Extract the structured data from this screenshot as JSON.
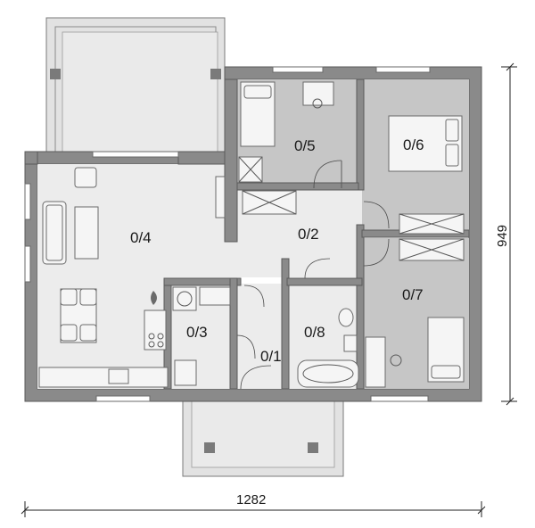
{
  "rooms": [
    {
      "id": "0/1",
      "label": "0/1"
    },
    {
      "id": "0/2",
      "label": "0/2"
    },
    {
      "id": "0/3",
      "label": "0/3"
    },
    {
      "id": "0/4",
      "label": "0/4"
    },
    {
      "id": "0/5",
      "label": "0/5"
    },
    {
      "id": "0/6",
      "label": "0/6"
    },
    {
      "id": "0/7",
      "label": "0/7"
    },
    {
      "id": "0/8",
      "label": "0/8"
    }
  ],
  "dimensions": {
    "width": "1282",
    "height": "949"
  },
  "colors": {
    "wall": "#8a8a8a",
    "floor_light": "#ececec",
    "floor_dark": "#c6c6c6"
  }
}
